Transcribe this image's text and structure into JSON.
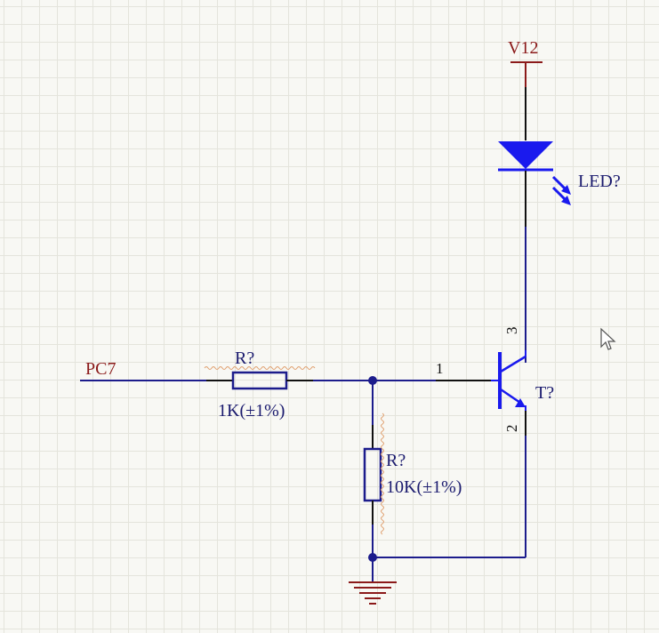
{
  "nets": {
    "power": "V12",
    "input": "PC7"
  },
  "components": {
    "led": {
      "designator": "LED?"
    },
    "r_series": {
      "designator": "R?",
      "value": "1K(±1%)"
    },
    "r_pulldown": {
      "designator": "R?",
      "value": "10K(±1%)"
    },
    "transistor": {
      "designator": "T?",
      "pin_base": "1",
      "pin_emitter": "2",
      "pin_collector": "3"
    }
  },
  "colors": {
    "wire": "#1c1c8c",
    "component": "#1a1aee",
    "net_label": "#8b1a1a",
    "pin": "#111111",
    "junction": "#1c1c8c",
    "ground": "#8b1a1a",
    "grid": "#e4e4dc",
    "background": "#f8f8f4"
  }
}
